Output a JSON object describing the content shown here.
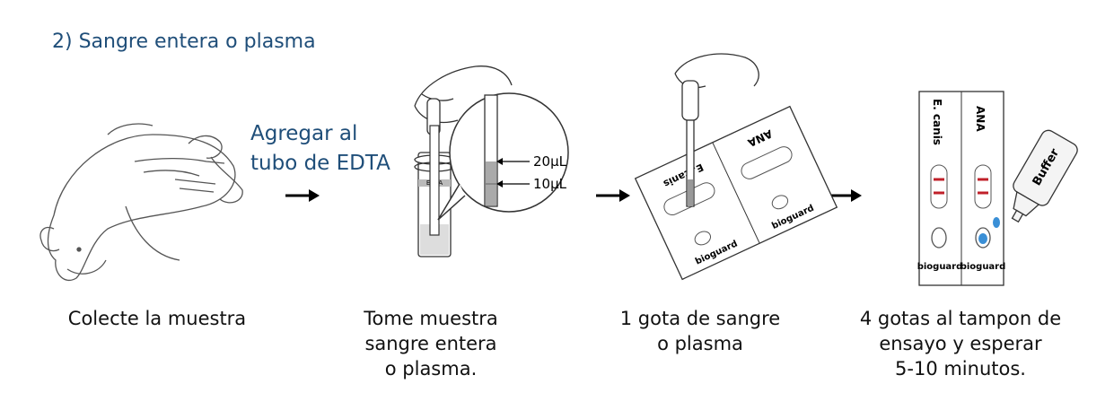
{
  "title": "2) Sangre entera o plasma",
  "note": {
    "line1": "Agregar al",
    "line2": "tubo de EDTA"
  },
  "steps": [
    {
      "lines": [
        "Colecte la muestra"
      ]
    },
    {
      "lines": [
        "Tome muestra",
        "sangre entera",
        "o plasma."
      ]
    },
    {
      "lines": [
        "1 gota de sangre",
        "o plasma"
      ]
    },
    {
      "lines": [
        "4 gotas al tampon de",
        "ensayo y esperar",
        "5-10 minutos."
      ]
    }
  ],
  "tube": {
    "tag": "EDTA",
    "mark_high": "20μL",
    "mark_low": "10μL"
  },
  "cassette": {
    "left_label": "E. canis",
    "right_label": "ANA",
    "brand": "bioguard"
  },
  "buffer": {
    "label": "Buffer"
  },
  "colors": {
    "title": "#1f4e79",
    "test_line": "#c0202a",
    "drop": "#3a8fd6"
  }
}
